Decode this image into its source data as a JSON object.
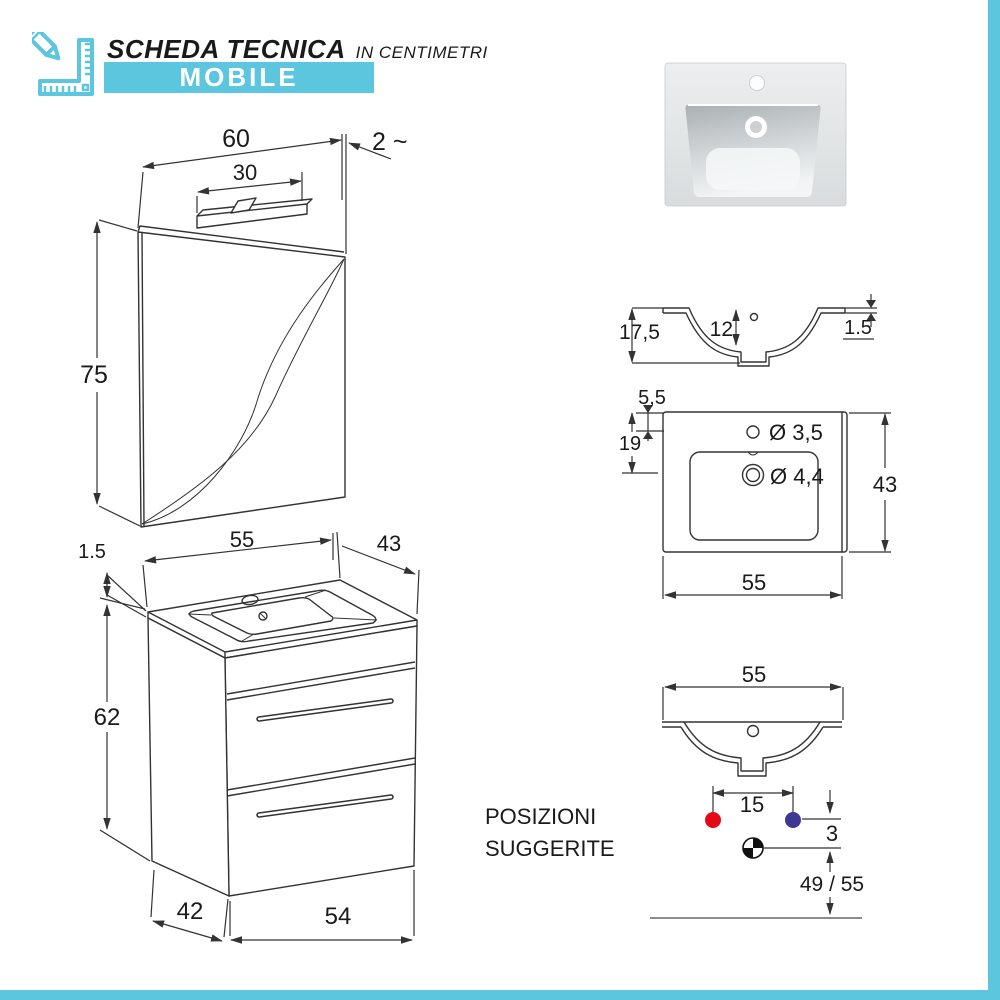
{
  "page": {
    "bg": "#ffffff",
    "accent": "#5bc6de",
    "line_color": "#333333"
  },
  "header": {
    "title": "SCHEDA TECNICA",
    "subtitle": "IN CENTIMETRI",
    "banner": "MOBILE"
  },
  "mirror": {
    "width": "60",
    "light_width": "30",
    "depth": "2 ~",
    "height": "75"
  },
  "cabinet": {
    "top_width": "55",
    "top_depth": "43",
    "top_thickness": "1.5",
    "height": "62",
    "bottom_depth": "42",
    "bottom_width": "54"
  },
  "section": {
    "height": "17,5",
    "bowl_depth": "12",
    "rim_thickness": "1.5"
  },
  "top_view": {
    "faucet_offset": "5,5",
    "drain_offset": "19",
    "faucet_hole": "Ø 3,5",
    "drain_hole": "Ø 4,4",
    "depth": "43",
    "width": "55"
  },
  "bottom_view": {
    "width": "55",
    "tap_spacing": "15",
    "drain_offset": "3",
    "drain_height": "49 / 55",
    "note_line1": "POSIZIONI",
    "note_line2": "SUGGERITE"
  },
  "colors": {
    "hot_water": "#e30917",
    "cold_water": "#3f3795"
  }
}
